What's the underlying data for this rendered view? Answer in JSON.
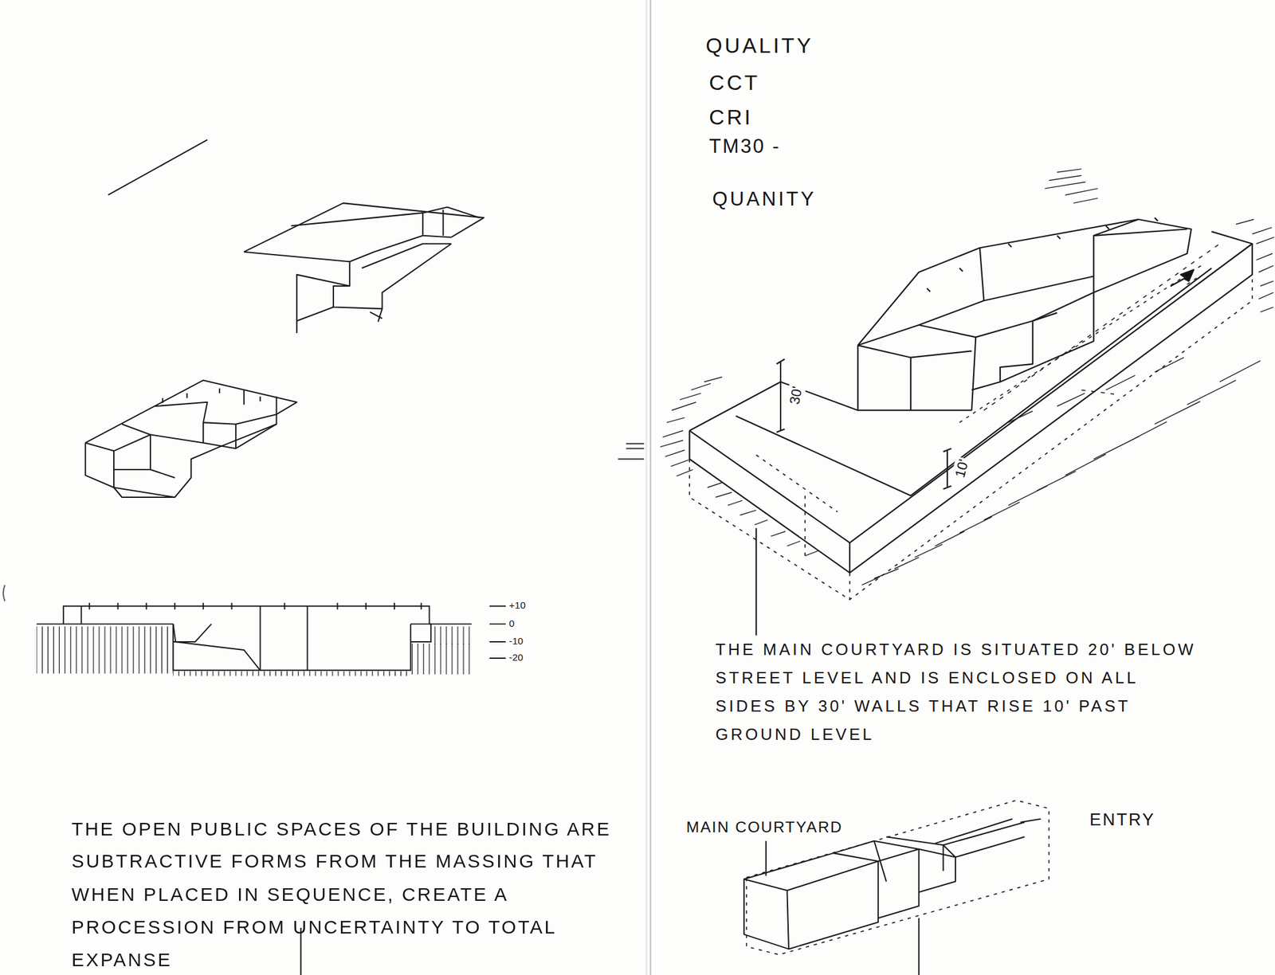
{
  "diagram": {
    "labels": [
      "QUALITY",
      "CCT",
      "CRI",
      "TM30 -",
      "QUANITY",
      "30'",
      "10'",
      "+10",
      "0",
      "-10",
      "-20",
      "THE MAIN COURTYARD IS SITUATED 20' BELOW STREET LEVEL AND IS ENCLOSED ON ALL SIDES BY 30' WALLS THAT RISE 10' PAST GROUND LEVEL",
      "THE OPEN PUBLIC SPACES OF THE BUILDING ARE SUBTRACTIVE FORMS FROM THE MASSING THAT WHEN PLACED IN SEQUENCE, CREATE A PROCESSION FROM UNCERTAINTY TO TOTAL EXPANSE",
      "MAIN COURTYARD",
      "ENTRY"
    ]
  }
}
